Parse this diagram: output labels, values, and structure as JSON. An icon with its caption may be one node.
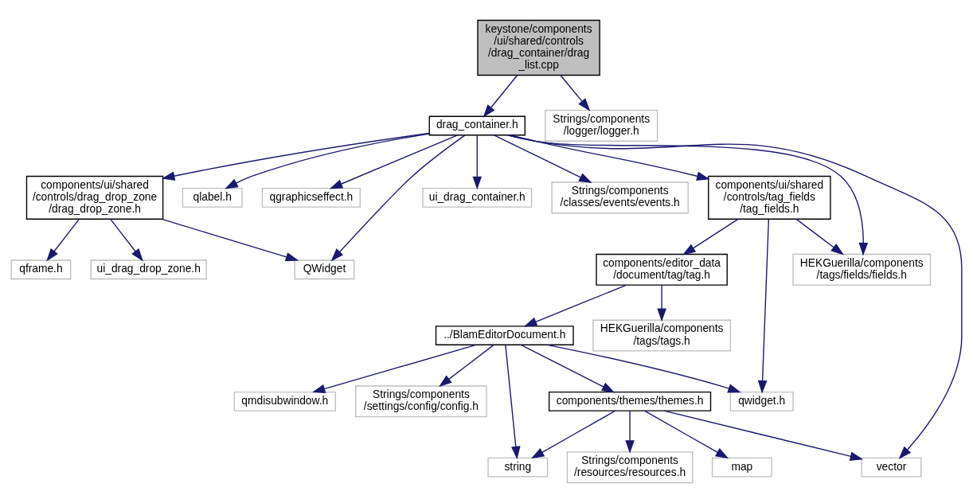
{
  "diagram": {
    "nodes": [
      {
        "text": [
          "keystone/components /ui/shared/controls /drag_container/drag _list.cpp"
        ]
      },
      {
        "text": [
          "drag_container.h"
        ]
      },
      {
        "text": [
          "Strings/components /logger/logger.h"
        ]
      },
      {
        "text": [
          "components/ui/shared /controls/drag_drop_zone /drag_drop_zone.h"
        ]
      },
      {
        "text": [
          "qlabel.h"
        ]
      },
      {
        "text": [
          "qgraphicseffect.h"
        ]
      },
      {
        "text": [
          "components/ui/shared /controls/tag_fields /tag_fields.h"
        ]
      },
      {
        "text": [
          "ui_drag_container.h"
        ]
      },
      {
        "text": [
          "Strings/components /classes/events/events.h"
        ]
      },
      {
        "text": [
          "QWidget"
        ]
      },
      {
        "text": [
          "ui_drag_drop_zone.h"
        ]
      },
      {
        "text": [
          "qframe.h"
        ]
      },
      {
        "text": [
          "components/editor_data /document/tag/tag.h"
        ]
      },
      {
        "text": [
          "HEKGuerilla/components /tags/fields/fields.h"
        ]
      },
      {
        "text": [
          "HEKGuerilla/components /tags/tags.h"
        ]
      },
      {
        "text": [
          "../BlamEditorDocument.h"
        ]
      },
      {
        "text": [
          "qwidget.h"
        ]
      },
      {
        "text": [
          "components/themes/themes.h"
        ]
      },
      {
        "text": [
          "qmdisubwindow.h"
        ]
      },
      {
        "text": [
          "Strings/components /settings/config/config.h"
        ]
      },
      {
        "text": [
          "vector"
        ]
      },
      {
        "text": [
          "Strings/components /resources/resources.h"
        ]
      },
      {
        "text": [
          "map"
        ]
      },
      {
        "text": [
          "string"
        ]
      }
    ],
    "edges": [
      {
        "from": 0,
        "to": 1,
        "arrow": "to"
      },
      {
        "from": 0,
        "to": 2,
        "arrow": "to"
      },
      {
        "from": 1,
        "to": 9,
        "arrow": "to"
      },
      {
        "from": 1,
        "to": 3,
        "arrow": "to"
      },
      {
        "from": 1,
        "to": 4,
        "arrow": "to"
      },
      {
        "from": 1,
        "to": 5,
        "arrow": "to"
      },
      {
        "from": 1,
        "to": 20,
        "arrow": "to"
      },
      {
        "from": 1,
        "to": 6,
        "arrow": "to"
      },
      {
        "from": 1,
        "to": 13,
        "arrow": "to"
      },
      {
        "from": 1,
        "to": 7,
        "arrow": "to"
      },
      {
        "from": 1,
        "to": 8,
        "arrow": "to"
      },
      {
        "from": 3,
        "to": 9,
        "arrow": "to"
      },
      {
        "from": 3,
        "to": 10,
        "arrow": "to"
      },
      {
        "from": 3,
        "to": 11,
        "arrow": "to"
      },
      {
        "from": 6,
        "to": 16,
        "arrow": "to"
      },
      {
        "from": 6,
        "to": 12,
        "arrow": "to"
      },
      {
        "from": 6,
        "to": 13,
        "arrow": "to"
      },
      {
        "from": 12,
        "to": 14,
        "arrow": "to"
      },
      {
        "from": 12,
        "to": 15,
        "arrow": "to"
      },
      {
        "from": 15,
        "to": 16,
        "arrow": "to"
      },
      {
        "from": 15,
        "to": 17,
        "arrow": "to"
      },
      {
        "from": 15,
        "to": 18,
        "arrow": "to"
      },
      {
        "from": 15,
        "to": 19,
        "arrow": "to"
      },
      {
        "from": 15,
        "to": 23,
        "arrow": "to"
      },
      {
        "from": 17,
        "to": 20,
        "arrow": "to"
      },
      {
        "from": 17,
        "to": 21,
        "arrow": "to"
      },
      {
        "from": 17,
        "to": 22,
        "arrow": "to"
      },
      {
        "from": 17,
        "to": 23,
        "arrow": "to"
      }
    ]
  }
}
